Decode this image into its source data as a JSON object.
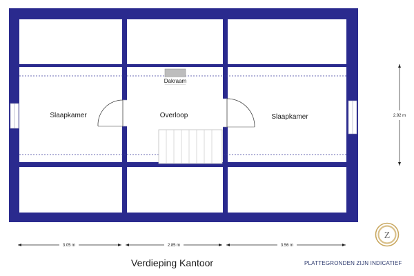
{
  "plan": {
    "rooms": {
      "slaapkamer_left": "Slaapkamer",
      "overloop": "Overloop",
      "slaapkamer_right": "Slaapkamer",
      "dakraam": "Dakraam"
    },
    "dimensions": {
      "width_left": "3.05 m",
      "width_middle": "2.85 m",
      "width_right": "3.56 m",
      "depth": "2.92 m"
    },
    "colors": {
      "wall": "#2a2a8e",
      "room_fill": "#ffffff",
      "dashed_line": "#3a3a9a",
      "stair": "#cfcfcf",
      "dakraam_box": "#bdbdbd",
      "logo": "#c9a860"
    }
  },
  "footer": {
    "title": "Verdieping Kantoor",
    "disclaimer": "PLATTEGRONDEN ZIJN INDICATIEF",
    "logo_letter": "Z"
  }
}
